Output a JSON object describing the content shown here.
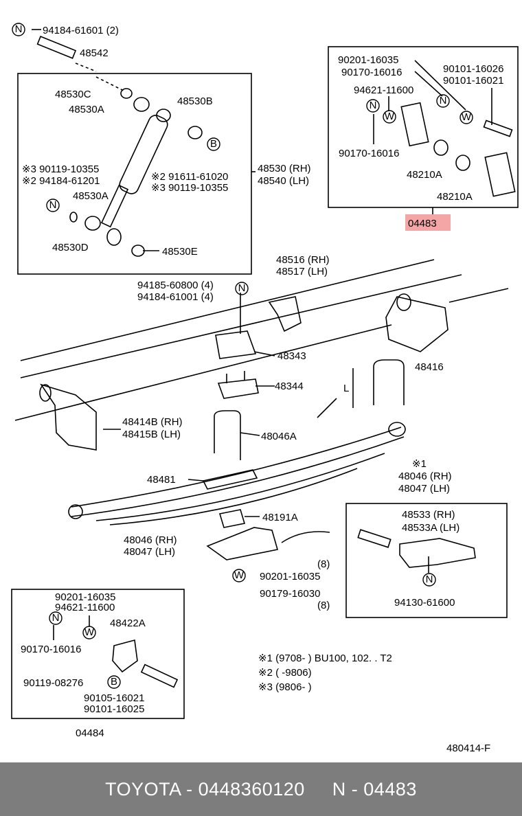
{
  "labels": {
    "p94184_61601": "94184-61601 (2)",
    "p48542": "48542",
    "p48530C": "48530C",
    "p48530A_top": "48530A",
    "p48530B": "48530B",
    "p3_90119_10355": "※3 90119-10355",
    "p2_94184_61201": "※2 94184-61201",
    "p2_91611_61020": "※2 91611-61020",
    "p3_90119_10355b": "※3 90119-10355",
    "p48530A_mid": "48530A",
    "p48530D": "48530D",
    "p48530E": "48530E",
    "p48530RH": "48530 (RH)",
    "p48540LH": "48540 (LH)",
    "p90201_16035_a": "90201-16035",
    "p90170_16016_a": "90170-16016",
    "p94621_11600_a": "94621-11600",
    "p90101_16026": "90101-16026",
    "p90101_16021": "90101-16021",
    "p90170_16016_b": "90170-16016",
    "p48210A_a": "48210A",
    "p48210A_b": "48210A",
    "p04483": "04483",
    "p48516": "48516 (RH)",
    "p48517": "48517 (LH)",
    "p94185_60800": "94185-60800 (4)",
    "p94184_61001": "94184-61001 (4)",
    "p48343": "48343",
    "p48416": "48416",
    "p48344": "48344",
    "pL": "L",
    "p48414B": "48414B (RH)",
    "p48415B": "48415B (LH)",
    "p48046A": "48046A",
    "p48481": "48481",
    "p1_mark": "※1",
    "p48046_rh_r": "48046 (RH)",
    "p48047_lh_r": "48047 (LH)",
    "p48191A": "48191A",
    "p48046_rh_l": "48046 (RH)",
    "p48047_lh_l": "48047 (LH)",
    "p8a": "(8)",
    "p90201_16035_c": "90201-16035",
    "p90179_16030": "90179-16030",
    "p8b": "(8)",
    "p48533": "48533 (RH)",
    "p48533A": "48533A (LH)",
    "p94130_61600": "94130-61600",
    "p90201_16035_d": "90201-16035",
    "p94621_11600_d": "94621-11600",
    "p48422A": "48422A",
    "p90170_16016_d": "90170-16016",
    "p90119_08276": "90119-08276",
    "p90105_16021": "90105-16021",
    "p90101_16025": "90101-16025",
    "p04484": "04484",
    "note1": "※1 (9708-      ) BU100, 102. . T2",
    "note2": "※2 (      -9806)",
    "note3": "※3 (9806-      )",
    "fig": "480414-F"
  },
  "symbols": {
    "N": "N",
    "W": "W",
    "B": "B"
  },
  "highlight_color": "#f4a6a6",
  "footer": {
    "brand": "TOYOTA - 0448360120",
    "ref": "N - 04483"
  }
}
